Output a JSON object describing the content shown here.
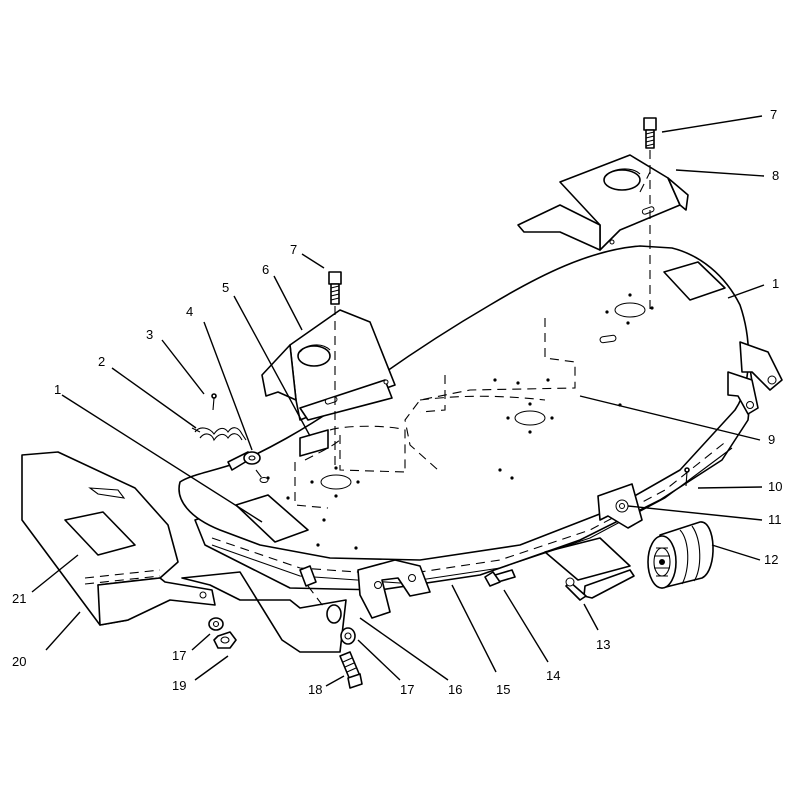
{
  "diagram": {
    "callouts": [
      {
        "id": "c7a",
        "label": "7"
      },
      {
        "id": "c8",
        "label": "8"
      },
      {
        "id": "c1a",
        "label": "1"
      },
      {
        "id": "c9",
        "label": "9"
      },
      {
        "id": "c10",
        "label": "10"
      },
      {
        "id": "c11",
        "label": "11"
      },
      {
        "id": "c12",
        "label": "12"
      },
      {
        "id": "c13",
        "label": "13"
      },
      {
        "id": "c14",
        "label": "14"
      },
      {
        "id": "c15",
        "label": "15"
      },
      {
        "id": "c16",
        "label": "16"
      },
      {
        "id": "c17a",
        "label": "17"
      },
      {
        "id": "c18",
        "label": "18"
      },
      {
        "id": "c17b",
        "label": "17"
      },
      {
        "id": "c19",
        "label": "19"
      },
      {
        "id": "c20",
        "label": "20"
      },
      {
        "id": "c21",
        "label": "21"
      },
      {
        "id": "c1b",
        "label": "1"
      },
      {
        "id": "c2",
        "label": "2"
      },
      {
        "id": "c3",
        "label": "3"
      },
      {
        "id": "c4",
        "label": "4"
      },
      {
        "id": "c5",
        "label": "5"
      },
      {
        "id": "c6",
        "label": "6"
      },
      {
        "id": "c7b",
        "label": "7"
      }
    ]
  }
}
